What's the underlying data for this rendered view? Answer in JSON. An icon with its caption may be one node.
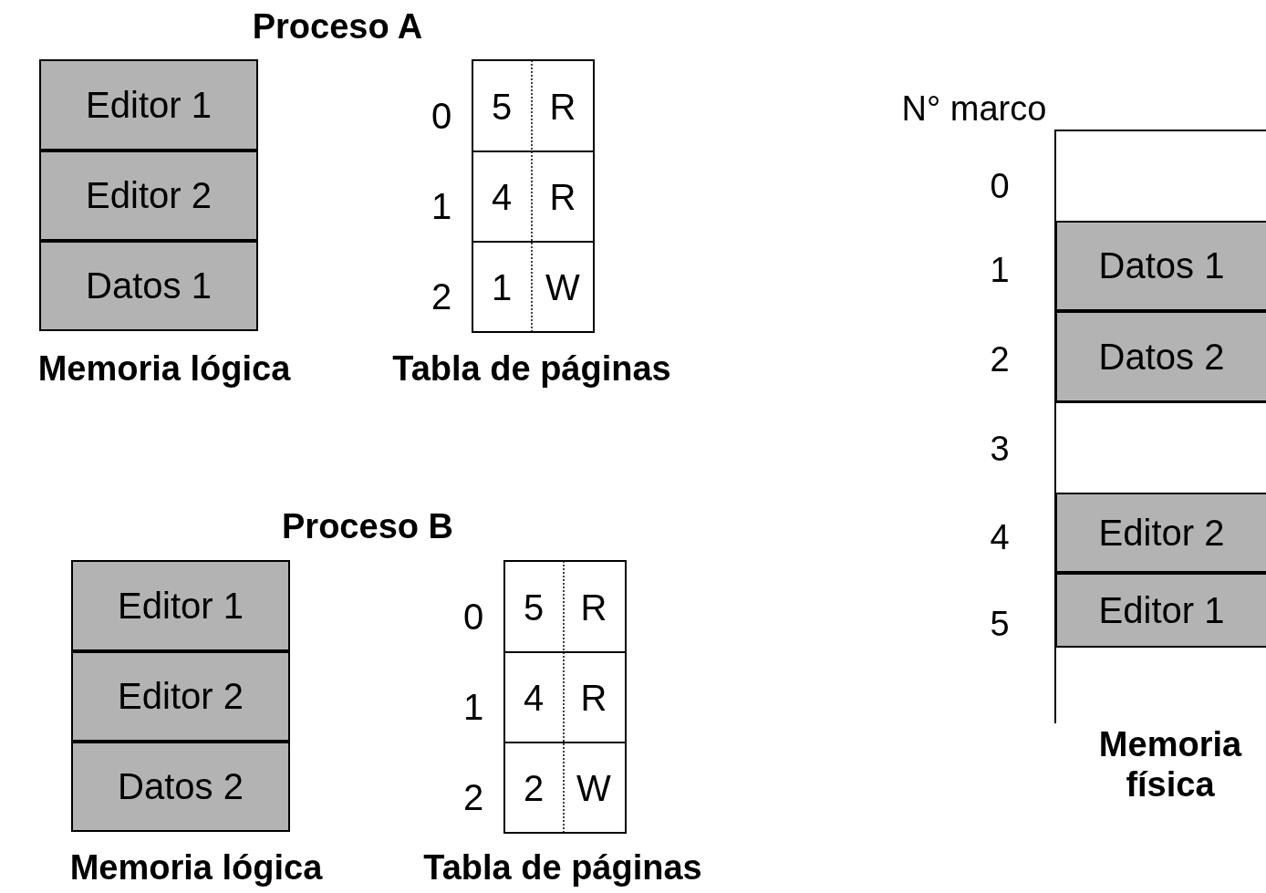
{
  "diagram": {
    "nodes": [
      {
        "text": [
          "Editor 1"
        ]
      },
      {
        "text": [
          "Editor 2"
        ]
      },
      {
        "text": [
          "Datos 1"
        ]
      },
      {
        "text": [
          "Datos 1"
        ]
      },
      {
        "text": [
          "Datos 2"
        ]
      },
      {
        "text": [
          "Editor 2"
        ]
      },
      {
        "text": [
          "Editor 1"
        ]
      },
      {
        "text": [
          "Editor 1"
        ]
      },
      {
        "text": [
          "Editor 2"
        ]
      },
      {
        "text": [
          "Datos 2"
        ]
      }
    ],
    "labels": [
      "Proceso A",
      "0",
      "5",
      "R",
      "1",
      "4",
      "R",
      "2",
      "1",
      "W",
      "Memoria lógica",
      "Tabla de páginas",
      "N° marco",
      "0",
      "1",
      "2",
      "3",
      "4",
      "5",
      "Memoria física",
      "Proceso B",
      "0",
      "5",
      "R",
      "1",
      "4",
      "R",
      "2",
      "2",
      "W",
      "Memoria lógica",
      "Tabla de páginas"
    ]
  }
}
